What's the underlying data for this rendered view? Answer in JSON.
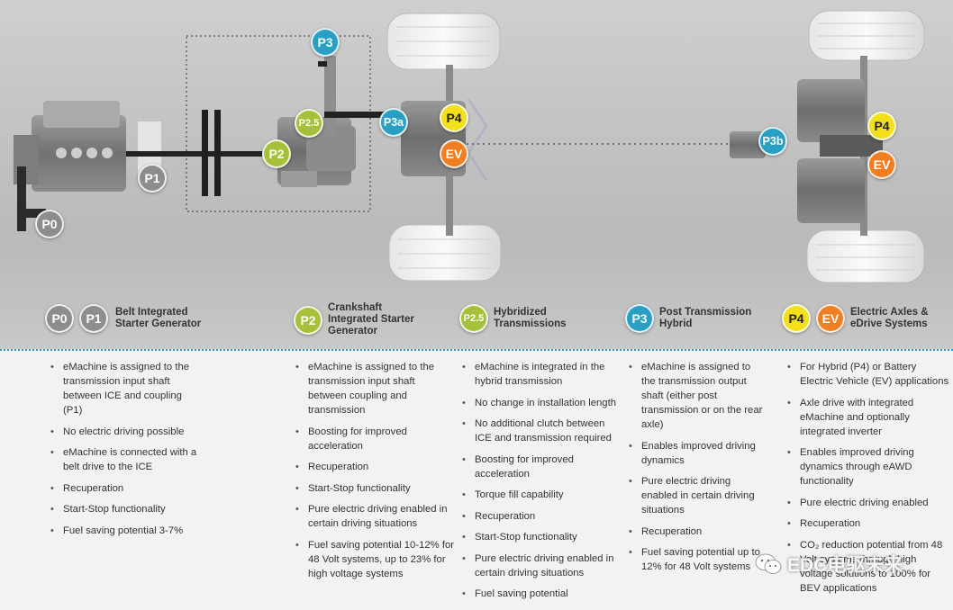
{
  "badges": {
    "p0": "P0",
    "p1": "P1",
    "p2": "P2",
    "p25": "P2.5",
    "p3": "P3",
    "p3a": "P3a",
    "p3b": "P3b",
    "p4": "P4",
    "ev": "EV"
  },
  "colors": {
    "p0_p1": "#8d8d8d",
    "p2": "#a5c13a",
    "p3": "#2a9fc4",
    "p4": "#f3df1a",
    "ev": "#ef7f22"
  },
  "legend": [
    {
      "badges": [
        "P0",
        "P1"
      ],
      "label": "Belt Integrated\nStarter Generator"
    },
    {
      "badges": [
        "P2"
      ],
      "label": "Crankshaft\nIntegrated Starter\nGenerator"
    },
    {
      "badges": [
        "P2.5"
      ],
      "label": "Hybridized\nTransmissions"
    },
    {
      "badges": [
        "P3"
      ],
      "label": "Post Transmission\nHybrid"
    },
    {
      "badges": [
        "P4",
        "EV"
      ],
      "label": "Electric Axles &\neDrive Systems"
    }
  ],
  "columns": [
    {
      "items": [
        "eMachine is assigned to the transmission input shaft between ICE and coupling (P1)",
        "No electric driving possible",
        "eMachine is connected with a belt drive to the ICE",
        "Recuperation",
        "Start-Stop functionality",
        "Fuel saving potential 3-7%"
      ]
    },
    {
      "items": [
        "eMachine is assigned to the transmission input shaft between coupling and transmission",
        "Boosting for improved acceleration",
        "Recuperation",
        "Start-Stop functionality",
        "Pure electric driving enabled in certain driving situations",
        "Fuel saving potential 10-12% for 48 Volt systems, up to 23% for high voltage systems"
      ]
    },
    {
      "items": [
        "eMachine is integrated in the hybrid transmission",
        "No change in installation length",
        "No additional clutch between ICE and transmission required",
        "Boosting for improved acceleration",
        "Torque fill capability",
        "Recuperation",
        "Start-Stop functionality",
        "Pure electric driving enabled in certain driving situations",
        "Fuel saving potential"
      ]
    },
    {
      "items": [
        "eMachine is assigned to the transmission output shaft (either post transmission or on the rear axle)",
        "Enables improved driving dynamics",
        "Pure electric driving enabled in certain driving situations",
        "Recuperation",
        "Fuel saving potential up to 12% for 48 Volt systems"
      ]
    },
    {
      "items": [
        "For Hybrid (P4) or Battery Electric Vehicle (EV) applications",
        "Axle drive with integrated eMachine and optionally integrated inverter",
        "Enables improved driving dynamics through eAWD functionality",
        "Pure electric driving enabled",
        "Recuperation",
        "CO₂ reduction potential from 48 Volt systems through high voltage solutions to 100% for BEV applications"
      ]
    }
  ],
  "watermark": "EDC电驱未来"
}
